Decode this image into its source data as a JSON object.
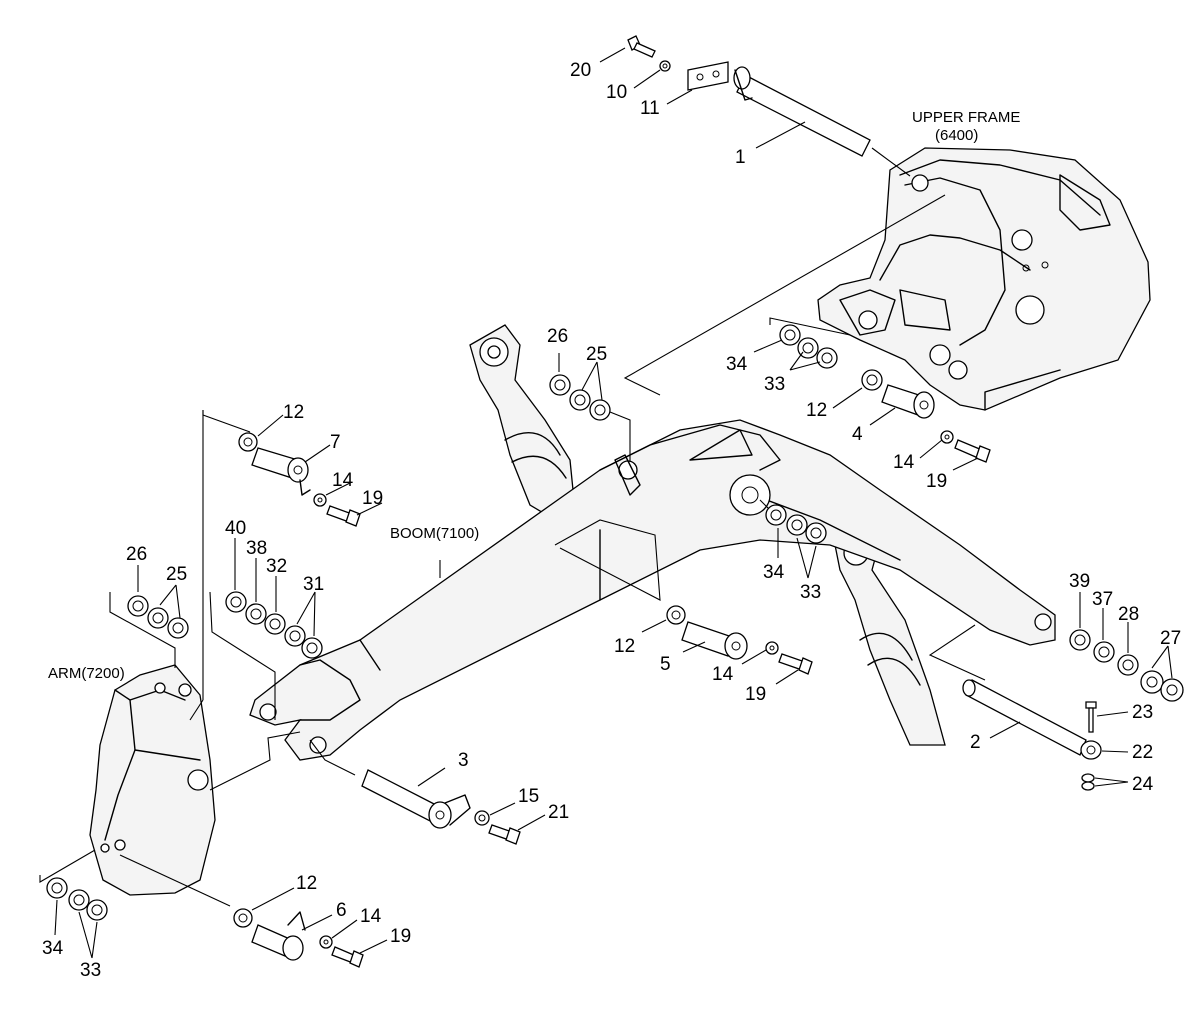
{
  "references": {
    "upper_frame": "UPPER FRAME",
    "upper_frame_code": "(6400)",
    "boom": "BOOM(7100)",
    "arm": "ARM(7200)"
  },
  "callouts": {
    "c1": "1",
    "c2": "2",
    "c3": "3",
    "c4": "4",
    "c5": "5",
    "c6": "6",
    "c7": "7",
    "c10": "10",
    "c11": "11",
    "c12a": "12",
    "c12b": "12",
    "c12c": "12",
    "c12d": "12",
    "c14a": "14",
    "c14b": "14",
    "c14c": "14",
    "c14d": "14",
    "c15": "15",
    "c19a": "19",
    "c19b": "19",
    "c19c": "19",
    "c19d": "19",
    "c20": "20",
    "c21": "21",
    "c22": "22",
    "c23": "23",
    "c24": "24",
    "c25a": "25",
    "c25b": "25",
    "c26a": "26",
    "c26b": "26",
    "c27": "27",
    "c28": "28",
    "c31": "31",
    "c32": "32",
    "c33a": "33",
    "c33b": "33",
    "c33c": "33",
    "c34a": "34",
    "c34b": "34",
    "c34c": "34",
    "c37": "37",
    "c38": "38",
    "c39": "39",
    "c40": "40"
  }
}
